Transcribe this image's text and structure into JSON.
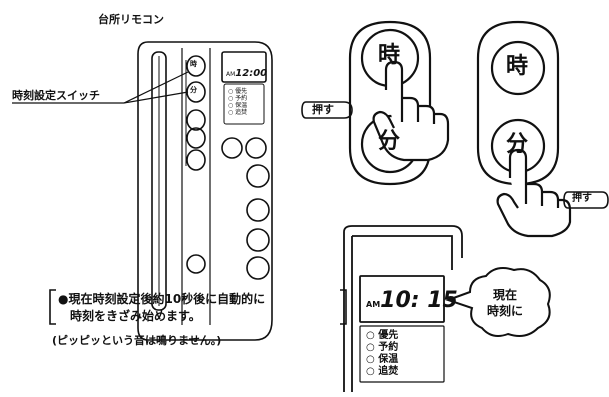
{
  "title": "台所リモコン",
  "switch_label": "時刻設定スイッチ",
  "buttons": {
    "hour": "時",
    "minute": "分",
    "push": "押す"
  },
  "remote": {
    "display_time": "12:00",
    "am": "AM",
    "status_items": [
      "優先",
      "予約",
      "保温",
      "追焚"
    ]
  },
  "zoom_display": {
    "am": "AM",
    "time": "10: 15",
    "status_items": [
      "優先",
      "予約",
      "保温",
      "追焚"
    ]
  },
  "speech_bubble": [
    "現在",
    "時刻に"
  ],
  "notes": {
    "line1": "●現在時刻設定後約10秒後に自動的に",
    "line2": "時刻をきざみ始めます。",
    "line3": "(ピッピッという音は鳴りません。)"
  }
}
